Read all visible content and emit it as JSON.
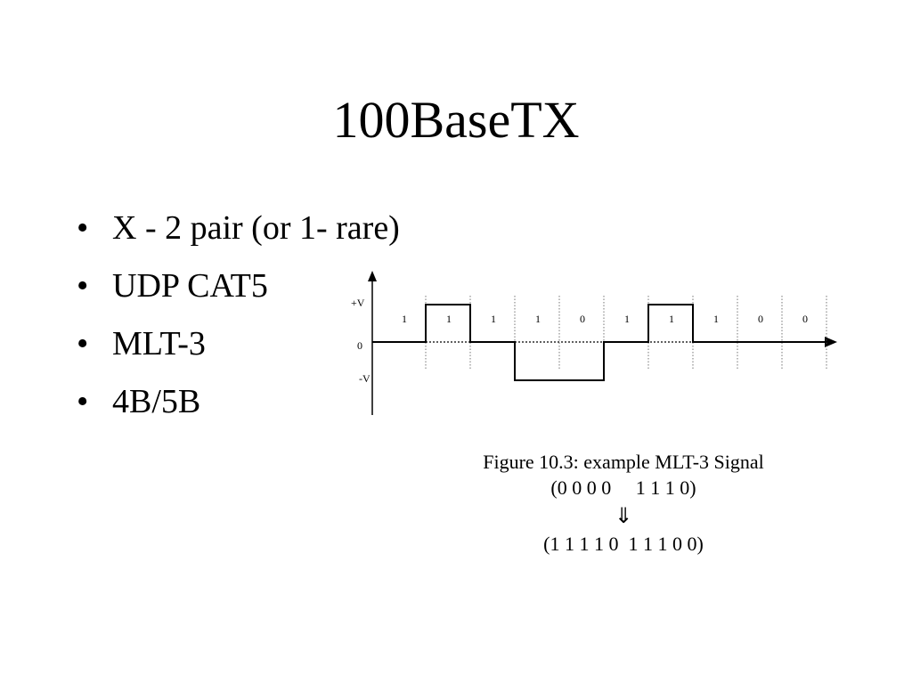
{
  "slide": {
    "title": "100BaseTX",
    "bullets": [
      "X - 2 pair (or 1- rare)",
      "UDP CAT5",
      "MLT-3",
      "4B/5B"
    ]
  },
  "diagram": {
    "axis_labels": {
      "pos": "+V",
      "zero": "0",
      "neg": "-V"
    },
    "bits": [
      "1",
      "1",
      "1",
      "1",
      "0",
      "1",
      "1",
      "1",
      "0",
      "0"
    ],
    "levels": [
      0,
      1,
      0,
      -1,
      -1,
      0,
      1,
      0,
      0,
      0
    ],
    "caption": {
      "title": "Figure 10.3: example MLT-3 Signal",
      "input": "(0 0 0 0     1 1 1 0)",
      "arrow": "⇓",
      "output": "(1 1 1 1 0  1 1 1 0 0)"
    }
  }
}
